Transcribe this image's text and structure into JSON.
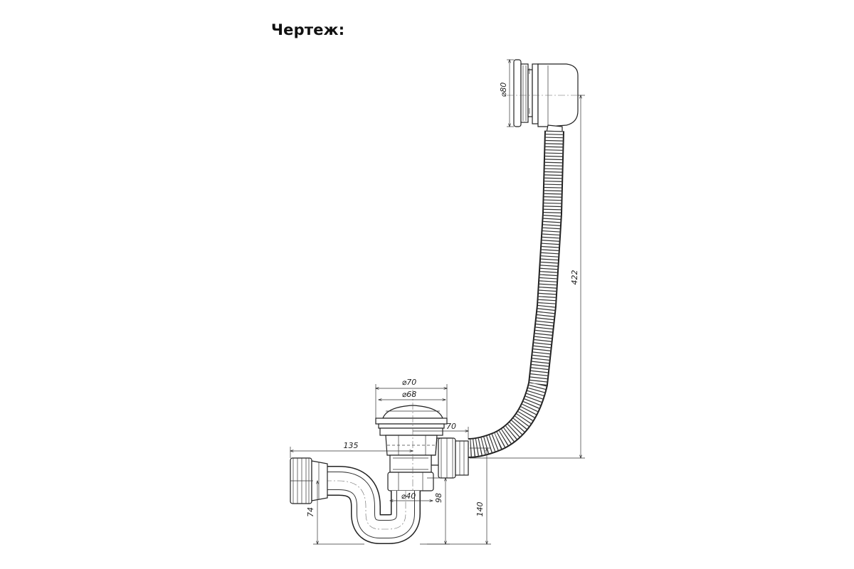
{
  "heading": "Чертеж:",
  "dimensions": {
    "outlet_diameter": "⌀80",
    "hose_length": "422",
    "drain_outer_diameter": "⌀70",
    "drain_inner_diameter": "⌀68",
    "side_offset": "70",
    "trap_width": "135",
    "pipe_diameter": "⌀40",
    "trap_height": "98",
    "total_height": "140",
    "outlet_height": "74"
  }
}
